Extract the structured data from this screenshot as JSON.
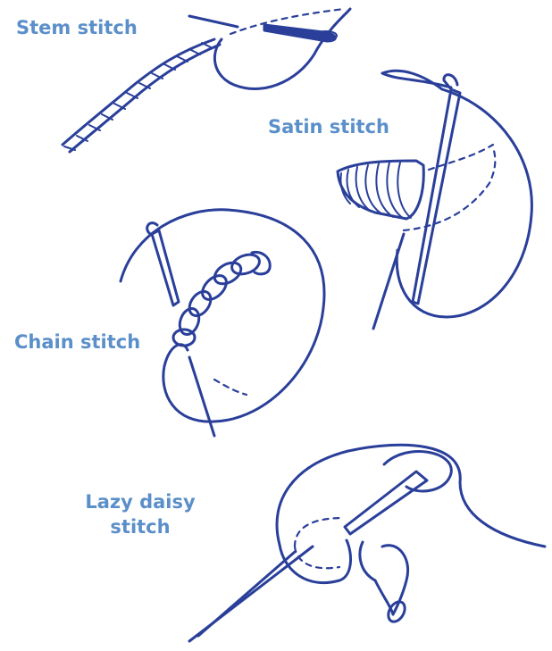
{
  "colors": {
    "label": "#5b8fc9",
    "ink": "#2a3f9a",
    "needle_fill": "#2a3f9a"
  },
  "labels": {
    "stem": "Stem stitch",
    "satin": "Satin stitch",
    "chain": "Chain stitch",
    "lazy_daisy_line1": "Lazy daisy",
    "lazy_daisy_line2": "stitch"
  }
}
